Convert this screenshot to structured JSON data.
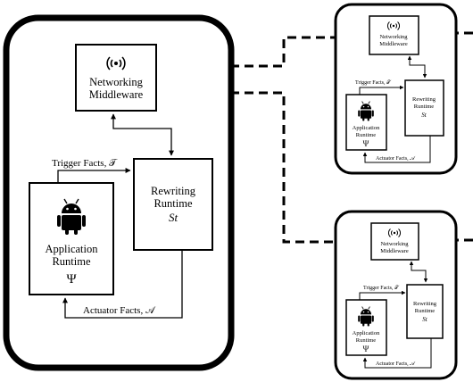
{
  "main": {
    "middleware": {
      "line1": "Networking",
      "line2": "Middleware"
    },
    "trigger": "Trigger Facts, 𝒯",
    "rewriting": {
      "line1": "Rewriting",
      "line2": "Runtime",
      "symbol": "St"
    },
    "application": {
      "line1": "Application",
      "line2": "Runtime",
      "symbol": "Ψ"
    },
    "actuator": "Actuator Facts, 𝒜"
  },
  "remote_top": {
    "middleware": {
      "line1": "Networking",
      "line2": "Middleware"
    },
    "trigger": "Trigger Facts, 𝒯",
    "rewriting": {
      "line1": "Rewriting",
      "line2": "Runtime",
      "symbol": "St"
    },
    "application": {
      "line1": "Application",
      "line2": "Runtime",
      "symbol": "Ψ"
    },
    "actuator": "Actuator Facts, 𝒜"
  },
  "remote_bottom": {
    "middleware": {
      "line1": "Networking",
      "line2": "Middleware"
    },
    "trigger": "Trigger Facts, 𝒯",
    "rewriting": {
      "line1": "Rewriting",
      "line2": "Runtime",
      "symbol": "St"
    },
    "application": {
      "line1": "Application",
      "line2": "Runtime",
      "symbol": "Ψ"
    },
    "actuator": "Actuator Facts, 𝒜"
  },
  "icons": [
    "wifi-broadcast-icon",
    "android-robot-icon"
  ]
}
